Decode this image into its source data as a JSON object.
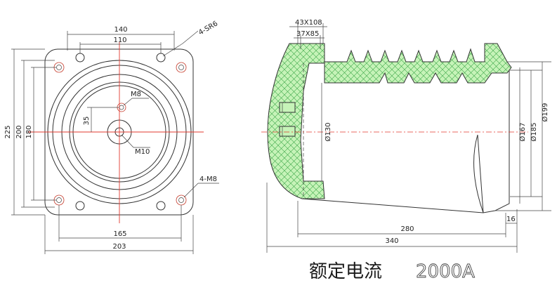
{
  "front_view": {
    "dim_top_outer": "140",
    "dim_top_inner": "110",
    "dim_left_outer": "225",
    "dim_left_mid": "200",
    "dim_left_inner": "180",
    "dim_bottom_inner": "165",
    "dim_bottom_outer": "203",
    "label_center_hole": "M8",
    "label_center_offset": "35",
    "label_center_bolt": "M10",
    "label_top_holes": "4-SR6",
    "label_corner_holes": "4-M8"
  },
  "side_view": {
    "dim_top_outer": "43X108",
    "dim_top_inner": "37X85",
    "dim_bore": "Ø130",
    "dim_d1": "Ø167",
    "dim_d2": "Ø185",
    "dim_d3": "Ø199",
    "dim_len_inner": "280",
    "dim_len_outer": "340",
    "dim_flange": "16"
  },
  "caption": {
    "text_cn": "额定电流",
    "text_value": "2000A"
  },
  "colors": {
    "insulation_fill": "#c6f3b8",
    "centerline": "#e23a2f",
    "outline": "#333333"
  }
}
